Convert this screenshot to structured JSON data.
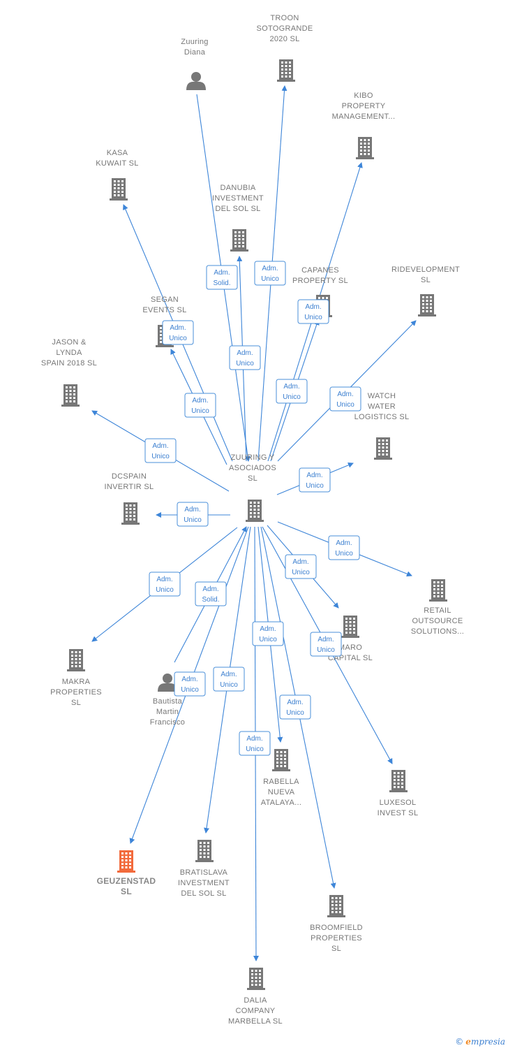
{
  "nodes": [
    {
      "id": "zuuring",
      "type": "company",
      "label": [
        "ZUURING Y",
        "ASOCIADOS",
        "SL"
      ],
      "icon": "building-icon"
    },
    {
      "id": "diana",
      "type": "person",
      "label": [
        "Zuuring",
        "Diana"
      ],
      "icon": "person-icon"
    },
    {
      "id": "troon",
      "type": "company",
      "label": [
        "TROON",
        "SOTOGRANDE",
        "2020  SL"
      ],
      "icon": "building-icon"
    },
    {
      "id": "kibo",
      "type": "company",
      "label": [
        "KIBO",
        "PROPERTY",
        "MANAGEMENT..."
      ],
      "icon": "building-icon"
    },
    {
      "id": "kasa",
      "type": "company",
      "label": [
        "KASA",
        "KUWAIT  SL"
      ],
      "icon": "building-icon"
    },
    {
      "id": "danubia",
      "type": "company",
      "label": [
        "DANUBIA",
        "INVESTMENT",
        "DEL SOL  SL"
      ],
      "icon": "building-icon"
    },
    {
      "id": "capanes",
      "type": "company",
      "label": [
        "CAPANES",
        "PROPERTY  SL"
      ],
      "icon": "building-icon"
    },
    {
      "id": "ridev",
      "type": "company",
      "label": [
        "RIDEVELOPMENT",
        "SL"
      ],
      "icon": "building-icon"
    },
    {
      "id": "segan",
      "type": "company",
      "label": [
        "SEGAN",
        "EVENTS  SL"
      ],
      "icon": "building-icon"
    },
    {
      "id": "jason",
      "type": "company",
      "label": [
        "JASON &",
        "LYNDA",
        "SPAIN 2018  SL"
      ],
      "icon": "building-icon"
    },
    {
      "id": "watch",
      "type": "company",
      "label": [
        "WATCH",
        "WATER",
        "LOGISTICS  SL"
      ],
      "icon": "building-icon"
    },
    {
      "id": "dcspain",
      "type": "company",
      "label": [
        "DCSPAIN",
        "INVERTIR  SL"
      ],
      "icon": "building-icon"
    },
    {
      "id": "retail",
      "type": "company",
      "label": [
        "RETAIL",
        "OUTSOURCE",
        "SOLUTIONS..."
      ],
      "icon": "building-icon"
    },
    {
      "id": "maro",
      "type": "company",
      "label": [
        "MARO",
        "CAPITAL  SL"
      ],
      "icon": "building-icon"
    },
    {
      "id": "makra",
      "type": "company",
      "label": [
        "MAKRA",
        "PROPERTIES",
        "SL"
      ],
      "icon": "building-icon"
    },
    {
      "id": "bautista",
      "type": "person",
      "label": [
        "Bautista",
        "Martin",
        "Francisco"
      ],
      "icon": "person-icon"
    },
    {
      "id": "rabella",
      "type": "company",
      "label": [
        "RABELLA",
        "NUEVA",
        "ATALAYA..."
      ],
      "icon": "building-icon"
    },
    {
      "id": "luxesol",
      "type": "company",
      "label": [
        "LUXESOL",
        "INVEST  SL"
      ],
      "icon": "building-icon"
    },
    {
      "id": "geuzenstad",
      "type": "company",
      "focus": true,
      "label": [
        "GEUZENSTAD",
        "SL"
      ],
      "icon": "building-icon"
    },
    {
      "id": "bratislava",
      "type": "company",
      "label": [
        "BRATISLAVA",
        "INVESTMENT",
        "DEL SOL  SL"
      ],
      "icon": "building-icon"
    },
    {
      "id": "broomfield",
      "type": "company",
      "label": [
        "BROOMFIELD",
        "PROPERTIES",
        "SL"
      ],
      "icon": "building-icon"
    },
    {
      "id": "dalia",
      "type": "company",
      "label": [
        "DALIA",
        "COMPANY",
        "MARBELLA  SL"
      ],
      "icon": "building-icon"
    }
  ],
  "edges": [
    {
      "from": "diana",
      "to": "zuuring",
      "label": [
        "Adm.",
        "Solid."
      ]
    },
    {
      "from": "zuuring",
      "to": "troon",
      "label": [
        "Adm.",
        "Unico"
      ]
    },
    {
      "from": "zuuring",
      "to": "danubia",
      "label": [
        "Adm.",
        "Unico"
      ]
    },
    {
      "from": "zuuring",
      "to": "kibo",
      "label": [
        "Adm.",
        "Unico"
      ]
    },
    {
      "from": "zuuring",
      "to": "capanes",
      "label": [
        "Adm.",
        "Unico"
      ]
    },
    {
      "from": "zuuring",
      "to": "kasa",
      "label": [
        "Adm.",
        "Unico"
      ]
    },
    {
      "from": "zuuring",
      "to": "segan",
      "label": [
        "Adm.",
        "Unico"
      ]
    },
    {
      "from": "zuuring",
      "to": "ridev",
      "label": [
        "Adm.",
        "Unico"
      ]
    },
    {
      "from": "zuuring",
      "to": "jason",
      "label": [
        "Adm.",
        "Unico"
      ]
    },
    {
      "from": "zuuring",
      "to": "watch",
      "label": [
        "Adm.",
        "Unico"
      ]
    },
    {
      "from": "zuuring",
      "to": "dcspain",
      "label": [
        "Adm.",
        "Unico"
      ]
    },
    {
      "from": "zuuring",
      "to": "retail",
      "label": [
        "Adm.",
        "Unico"
      ]
    },
    {
      "from": "zuuring",
      "to": "maro",
      "label": [
        "Adm.",
        "Unico"
      ]
    },
    {
      "from": "zuuring",
      "to": "makra",
      "label": [
        "Adm.",
        "Unico"
      ]
    },
    {
      "from": "bautista",
      "to": "zuuring",
      "label": [
        "Adm.",
        "Solid."
      ]
    },
    {
      "from": "zuuring",
      "to": "luxesol",
      "label": [
        "Adm.",
        "Unico"
      ]
    },
    {
      "from": "zuuring",
      "to": "rabella",
      "label": [
        "Adm.",
        "Unico"
      ]
    },
    {
      "from": "zuuring",
      "to": "geuzenstad",
      "label": [
        "Adm.",
        "Unico"
      ]
    },
    {
      "from": "zuuring",
      "to": "bratislava",
      "label": [
        "Adm.",
        "Unico"
      ]
    },
    {
      "from": "zuuring",
      "to": "broomfield",
      "label": [
        "Adm.",
        "Unico"
      ]
    },
    {
      "from": "zuuring",
      "to": "dalia",
      "label": [
        "Adm.",
        "Unico"
      ]
    }
  ],
  "colors": {
    "edge": "#3d85d8",
    "node": "#777777",
    "focus": "#f26a3c",
    "label": "#777777"
  },
  "brand": {
    "copyright": "©",
    "name": "mpresia",
    "initial": "e"
  }
}
